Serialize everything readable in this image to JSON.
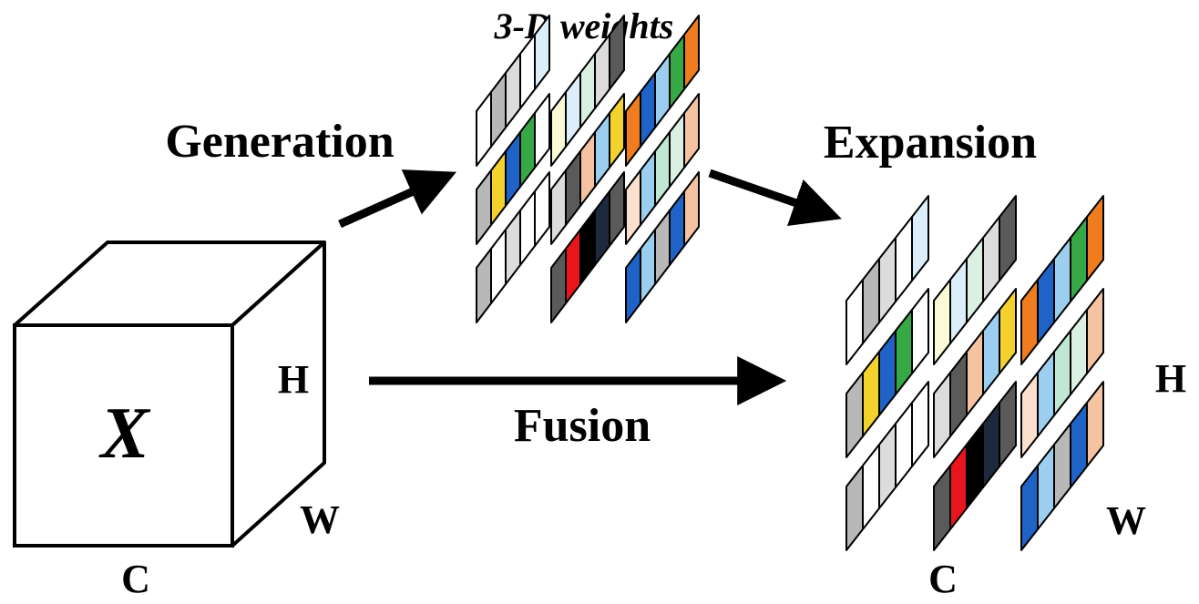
{
  "labels": {
    "weights_title": "3-D weights",
    "generation": "Generation",
    "expansion": "Expansion",
    "fusion": "Fusion",
    "cube_symbol": "X",
    "cube_h": "H",
    "cube_w": "W",
    "cube_c": "C",
    "out_h": "H",
    "out_w": "W",
    "out_c": "C"
  },
  "palette": {
    "white": "#ffffff",
    "gray": "#b8b8b8",
    "light_gray": "#dcdcdc",
    "dark_gray": "#5a5a5a",
    "charcoal": "#2b2b2b",
    "black": "#000000",
    "pale_blue": "#ddeefb",
    "sky_blue": "#9ccfef",
    "blue": "#1f63c6",
    "green": "#36a845",
    "pale_green": "#d9f0e2",
    "mint": "#bfe7d3",
    "cream": "#fafbd6",
    "yellow": "#f4d22d",
    "orange": "#ef7c1f",
    "peach": "#f6c3a2",
    "pale_peach": "#fbe0cd",
    "red": "#e8161c",
    "navy": "#1d2a3d"
  },
  "weight_strips": [
    [
      "white",
      "gray",
      "light_gray",
      "white",
      "pale_blue"
    ],
    [
      "cream",
      "pale_blue",
      "pale_green",
      "light_gray",
      "dark_gray"
    ],
    [
      "orange",
      "blue",
      "sky_blue",
      "green",
      "orange"
    ],
    [
      "gray",
      "yellow",
      "blue",
      "green",
      "white"
    ],
    [
      "light_gray",
      "dark_gray",
      "peach",
      "sky_blue",
      "yellow"
    ],
    [
      "pale_peach",
      "sky_blue",
      "mint",
      "pale_green",
      "peach"
    ],
    [
      "gray",
      "white",
      "light_gray",
      "white",
      "white"
    ],
    [
      "dark_gray",
      "red",
      "black",
      "navy",
      "dark_gray"
    ],
    [
      "blue",
      "sky_blue",
      "gray",
      "blue",
      "peach"
    ]
  ]
}
